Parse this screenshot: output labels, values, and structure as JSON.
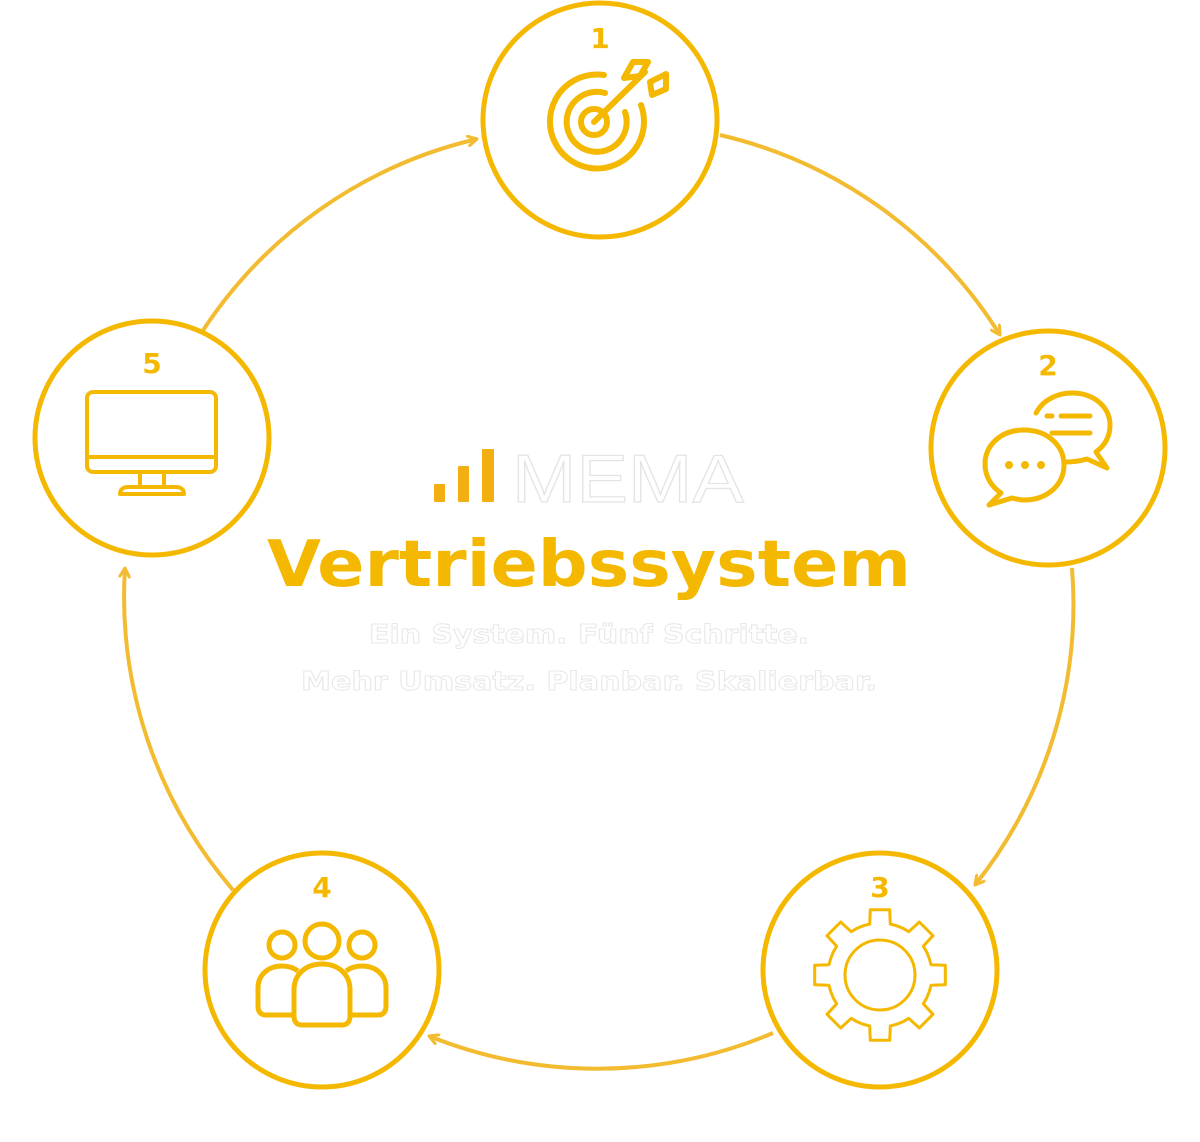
{
  "brand": {
    "name": "MEMA",
    "accent_color": "#F5B800",
    "bar_color": "#F3AE12",
    "ring_color": "#F5C12E"
  },
  "title": "Vertriebssystem",
  "tagline": {
    "line1": "Ein System. Fünf Schritte.",
    "line2": "Mehr Umsatz. Planbar. Skalierbar."
  },
  "steps": [
    {
      "number": "1",
      "icon": "target-arrow-icon"
    },
    {
      "number": "2",
      "icon": "chat-bubbles-icon"
    },
    {
      "number": "3",
      "icon": "gear-icon"
    },
    {
      "number": "4",
      "icon": "team-icon"
    },
    {
      "number": "5",
      "icon": "monitor-icon"
    }
  ]
}
